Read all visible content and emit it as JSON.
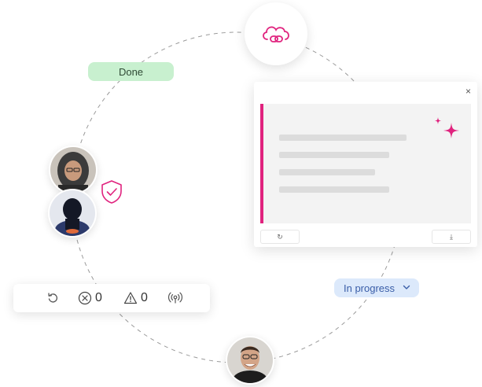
{
  "status_pills": {
    "done_label": "Done",
    "in_progress_label": "In progress"
  },
  "status_bar": {
    "error_count": "0",
    "warning_count": "0"
  },
  "panel": {
    "close_label": "×",
    "refresh_label": "↻",
    "download_label": "⤓"
  },
  "icons": {
    "cloud": "cloud-link-icon",
    "shield": "shield-check-icon",
    "sparkle": "sparkle-icon",
    "refresh": "refresh-icon",
    "error": "x-circle-icon",
    "warning": "warning-triangle-icon",
    "signal": "broadcast-signal-icon",
    "chevron": "chevron-down-icon"
  },
  "colors": {
    "accent": "#e0237e",
    "done_bg": "#c8f0cf",
    "progress_bg": "#dce9fb",
    "progress_text": "#3a5ea8"
  }
}
